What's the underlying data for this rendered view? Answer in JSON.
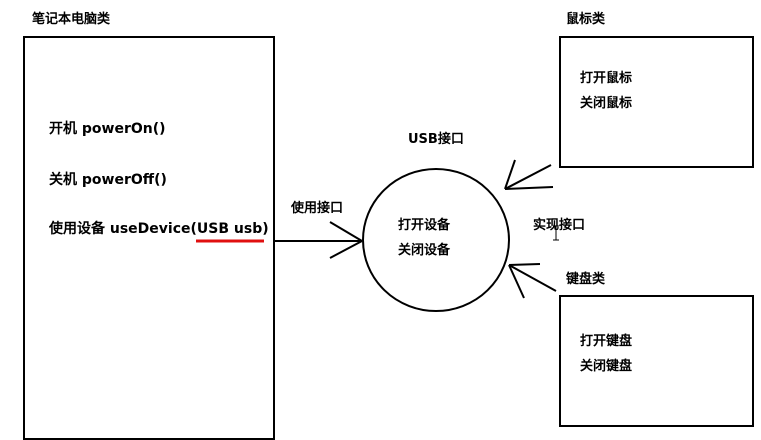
{
  "laptop": {
    "title": "笔记本电脑类",
    "method_power_on": "开机 powerOn()",
    "method_power_off": "关机 powerOff()",
    "method_use_device_prefix": "使用设备 useDevice",
    "method_use_device_param": "(USB usb)"
  },
  "usb": {
    "title": "USB接口",
    "method_open": "打开设备",
    "method_close": "关闭设备"
  },
  "connector_use": "使用接口",
  "connector_implement": "实现接口",
  "mouse": {
    "title": "鼠标类",
    "method_open": "打开鼠标",
    "method_close": "关闭鼠标"
  },
  "keyboard": {
    "title": "键盘类",
    "method_open": "打开键盘",
    "method_close": "关闭键盘"
  },
  "colors": {
    "line": "#000000",
    "underline": "#e01010"
  }
}
